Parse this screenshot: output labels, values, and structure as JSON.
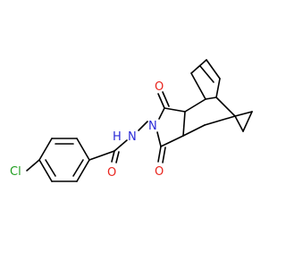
{
  "molecule": {
    "atoms": {
      "cl": {
        "label": "Cl",
        "color": "#1f9e1f"
      },
      "o_amide": {
        "label": "O",
        "color": "#e8231c"
      },
      "n_h": {
        "label": "N",
        "color": "#2a2ad8"
      },
      "h": {
        "label": "H",
        "color": "#2a2ad8"
      },
      "n_imide": {
        "label": "N",
        "color": "#2a2ad8"
      },
      "o_top": {
        "label": "O",
        "color": "#e8231c"
      },
      "o_bottom": {
        "label": "O",
        "color": "#e8231c"
      }
    },
    "bond_color": "#000000",
    "background": "#ffffff"
  }
}
